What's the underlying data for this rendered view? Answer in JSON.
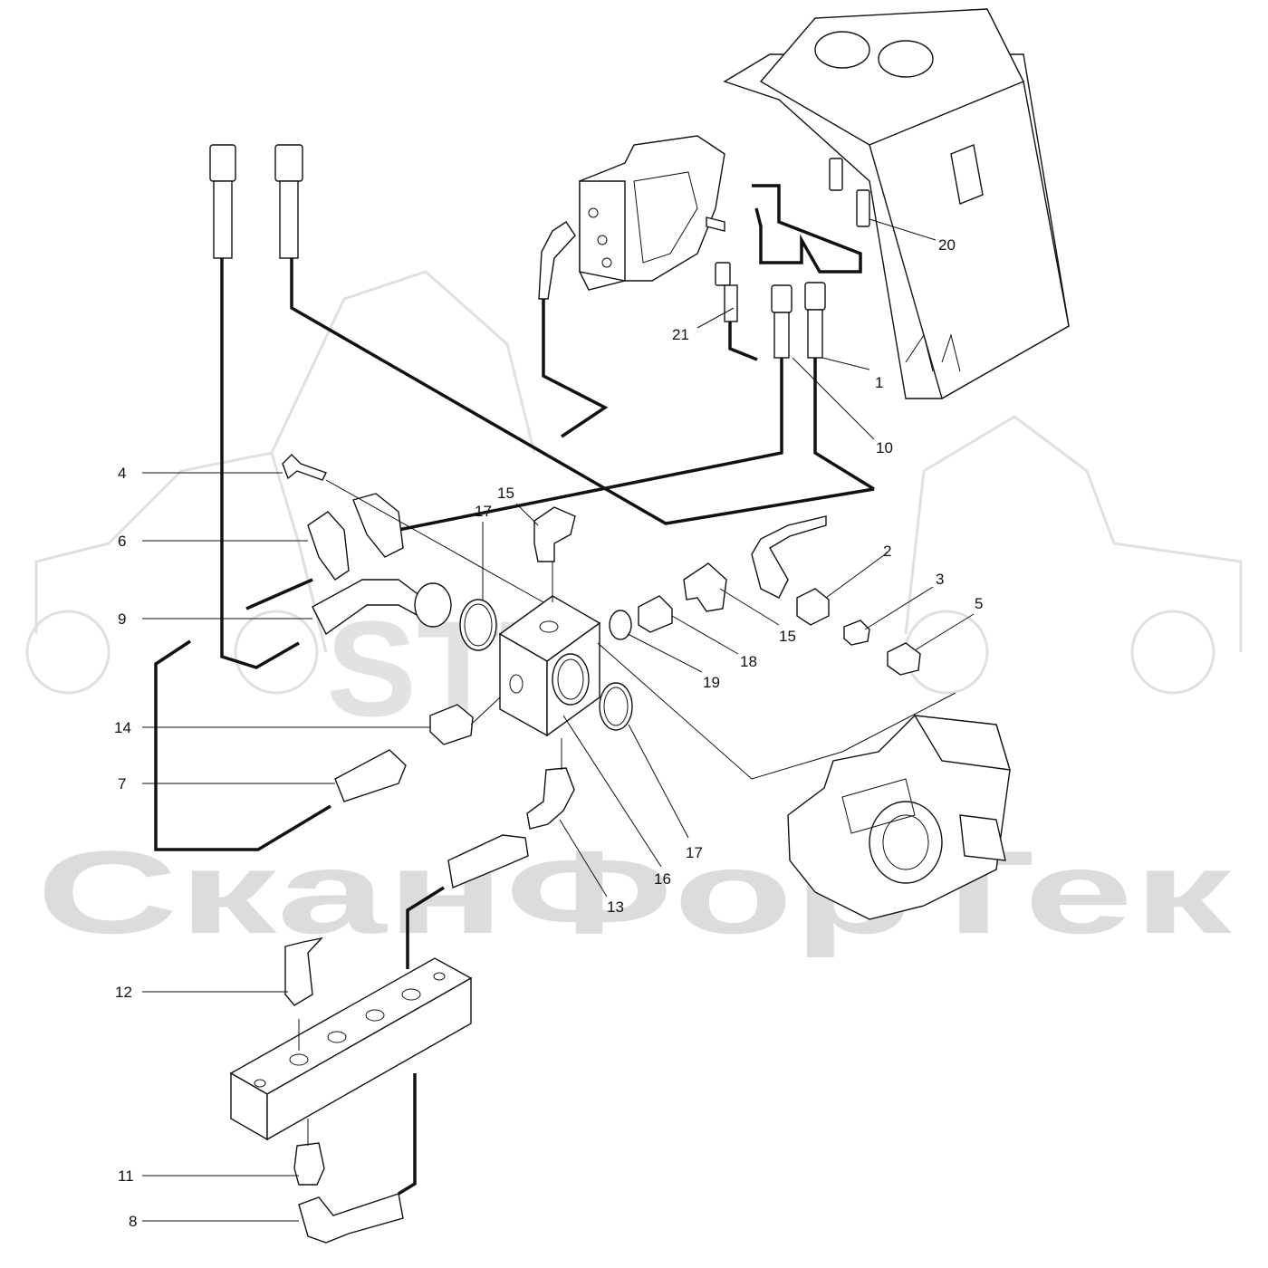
{
  "watermark": {
    "logo_text": "STT",
    "brand_text": "СканФорТек"
  },
  "callouts": [
    {
      "id": "c1",
      "label": "1"
    },
    {
      "id": "c2",
      "label": "2"
    },
    {
      "id": "c3",
      "label": "3"
    },
    {
      "id": "c4",
      "label": "4"
    },
    {
      "id": "c5",
      "label": "5"
    },
    {
      "id": "c6",
      "label": "6"
    },
    {
      "id": "c7",
      "label": "7"
    },
    {
      "id": "c8",
      "label": "8"
    },
    {
      "id": "c9",
      "label": "9"
    },
    {
      "id": "c10",
      "label": "10"
    },
    {
      "id": "c11",
      "label": "11"
    },
    {
      "id": "c12",
      "label": "12"
    },
    {
      "id": "c13",
      "label": "13"
    },
    {
      "id": "c14",
      "label": "14"
    },
    {
      "id": "c15a",
      "label": "15"
    },
    {
      "id": "c15b",
      "label": "15"
    },
    {
      "id": "c16",
      "label": "16"
    },
    {
      "id": "c17a",
      "label": "17"
    },
    {
      "id": "c17b",
      "label": "17"
    },
    {
      "id": "c18",
      "label": "18"
    },
    {
      "id": "c19",
      "label": "19"
    },
    {
      "id": "c20",
      "label": "20"
    },
    {
      "id": "c21",
      "label": "21"
    }
  ]
}
